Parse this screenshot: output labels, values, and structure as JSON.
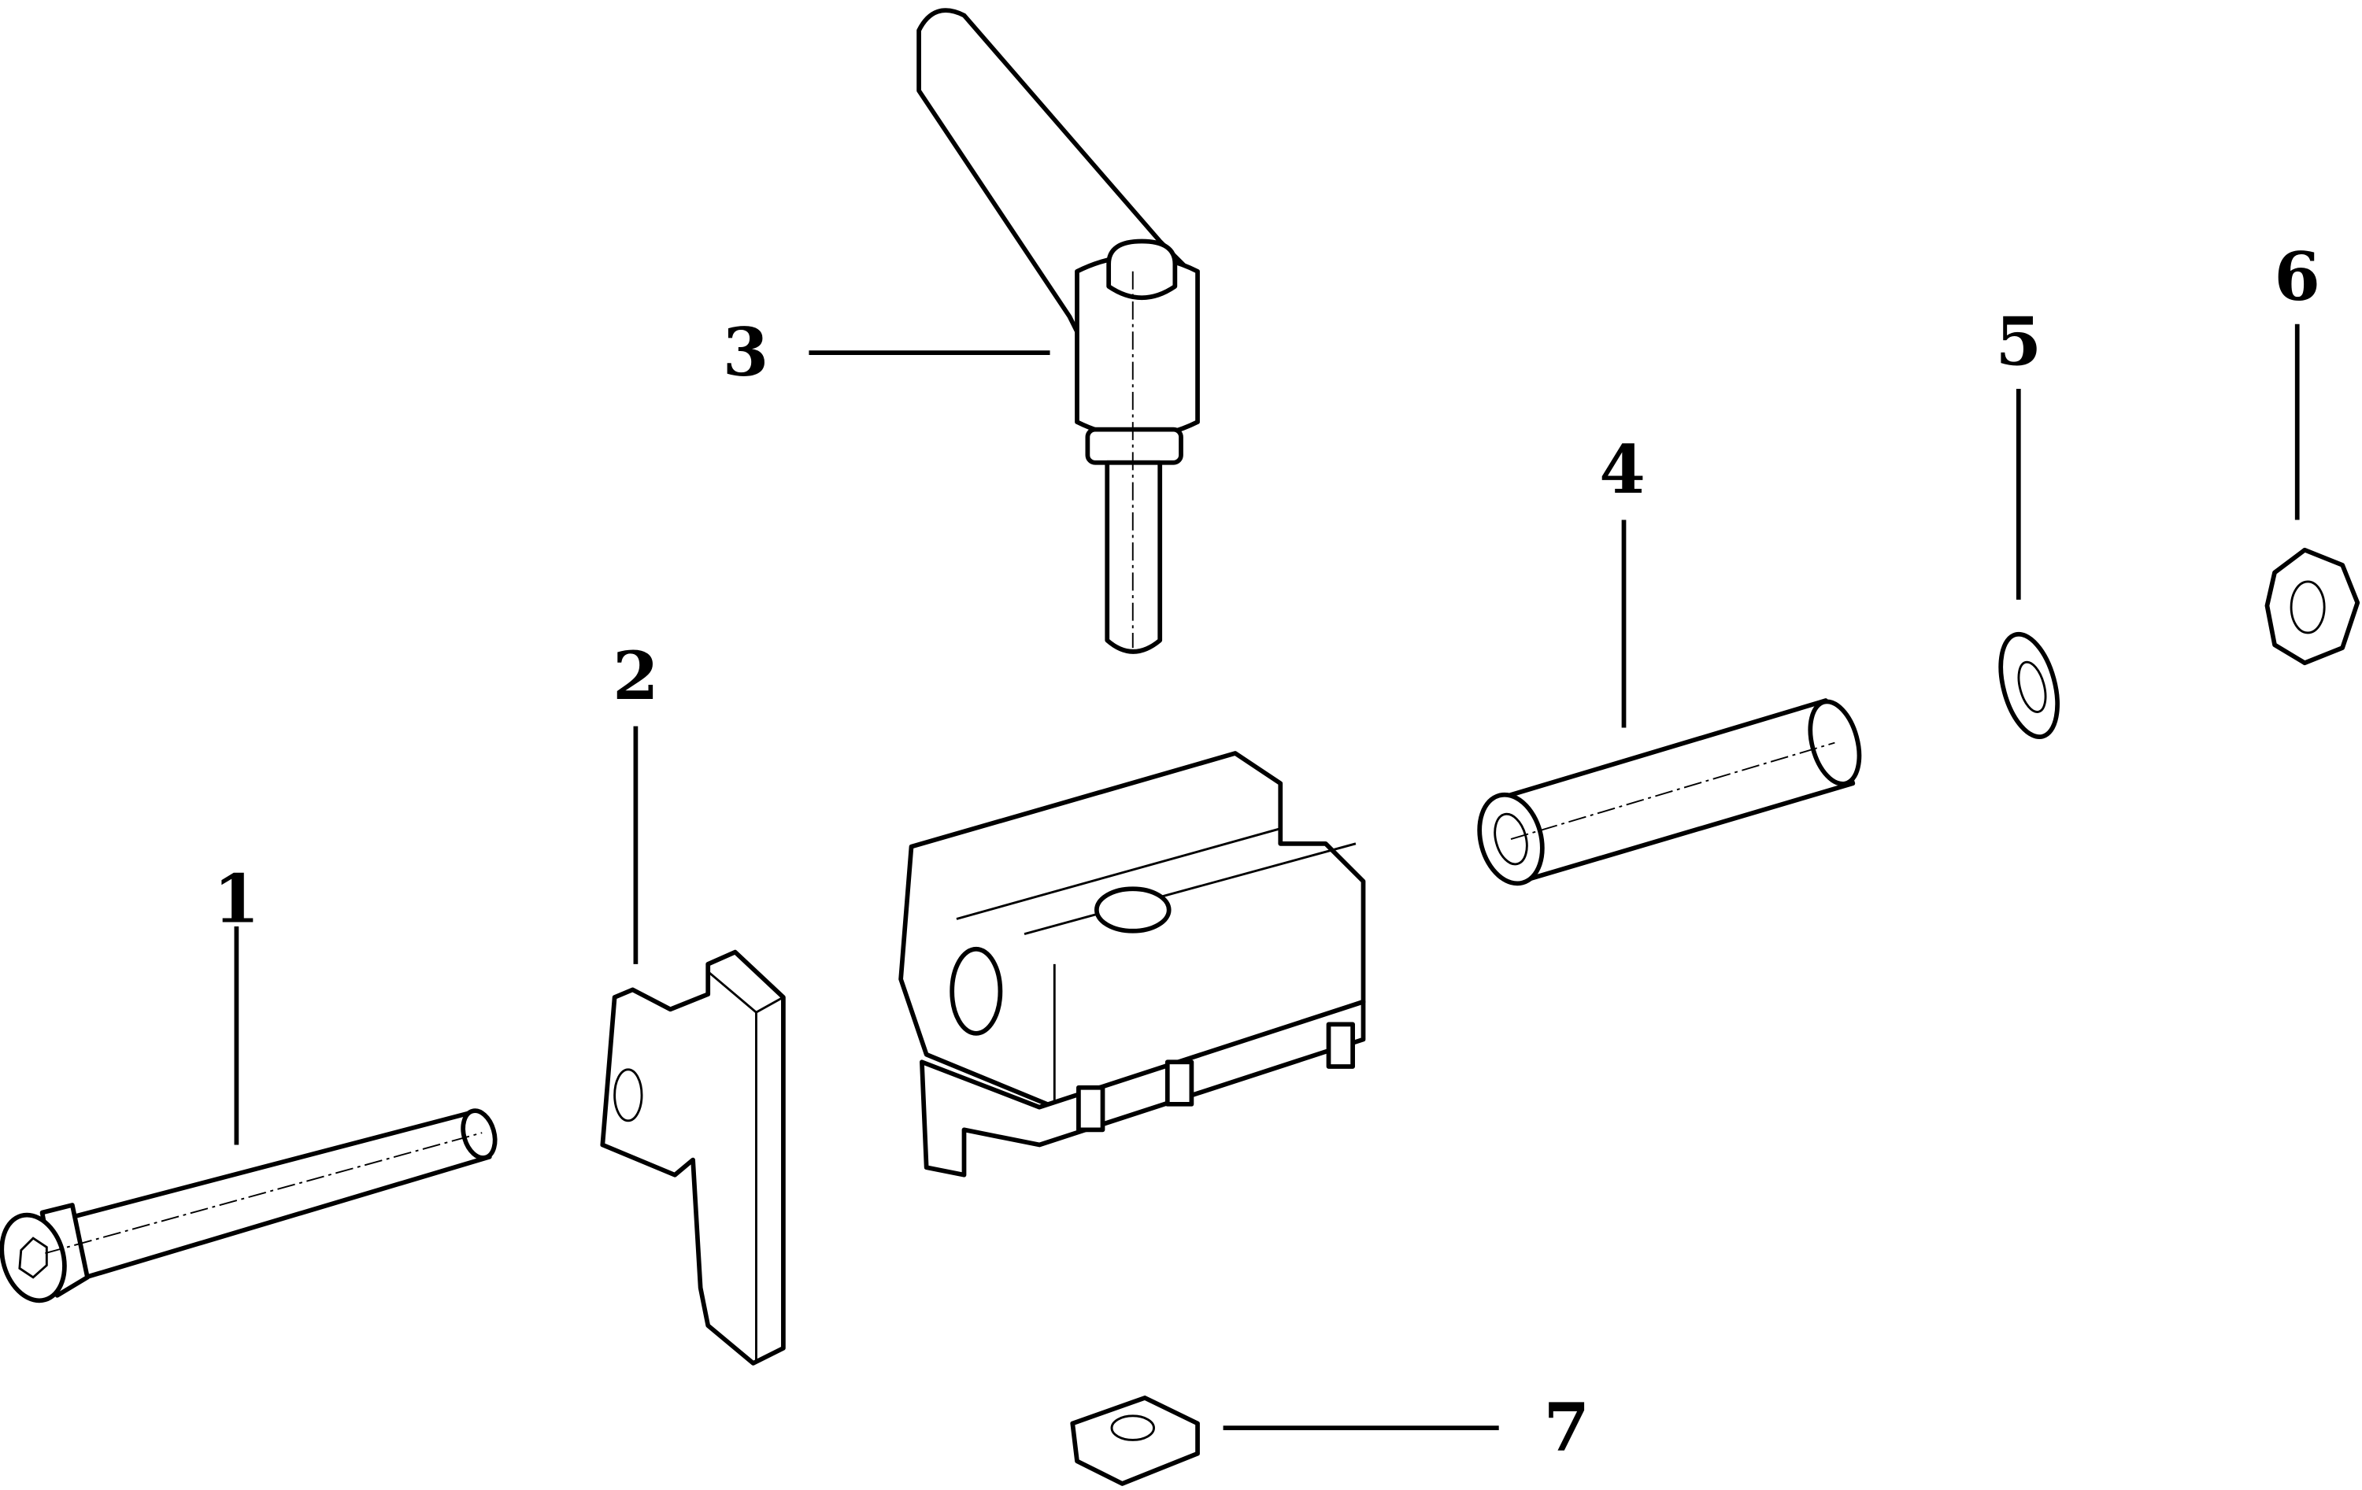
{
  "diagram": {
    "type": "exploded-parts-view",
    "callouts": [
      {
        "id": "1",
        "label": "1"
      },
      {
        "id": "2",
        "label": "2"
      },
      {
        "id": "3",
        "label": "3"
      },
      {
        "id": "4",
        "label": "4"
      },
      {
        "id": "5",
        "label": "5"
      },
      {
        "id": "6",
        "label": "6"
      },
      {
        "id": "7",
        "label": "7"
      }
    ]
  }
}
